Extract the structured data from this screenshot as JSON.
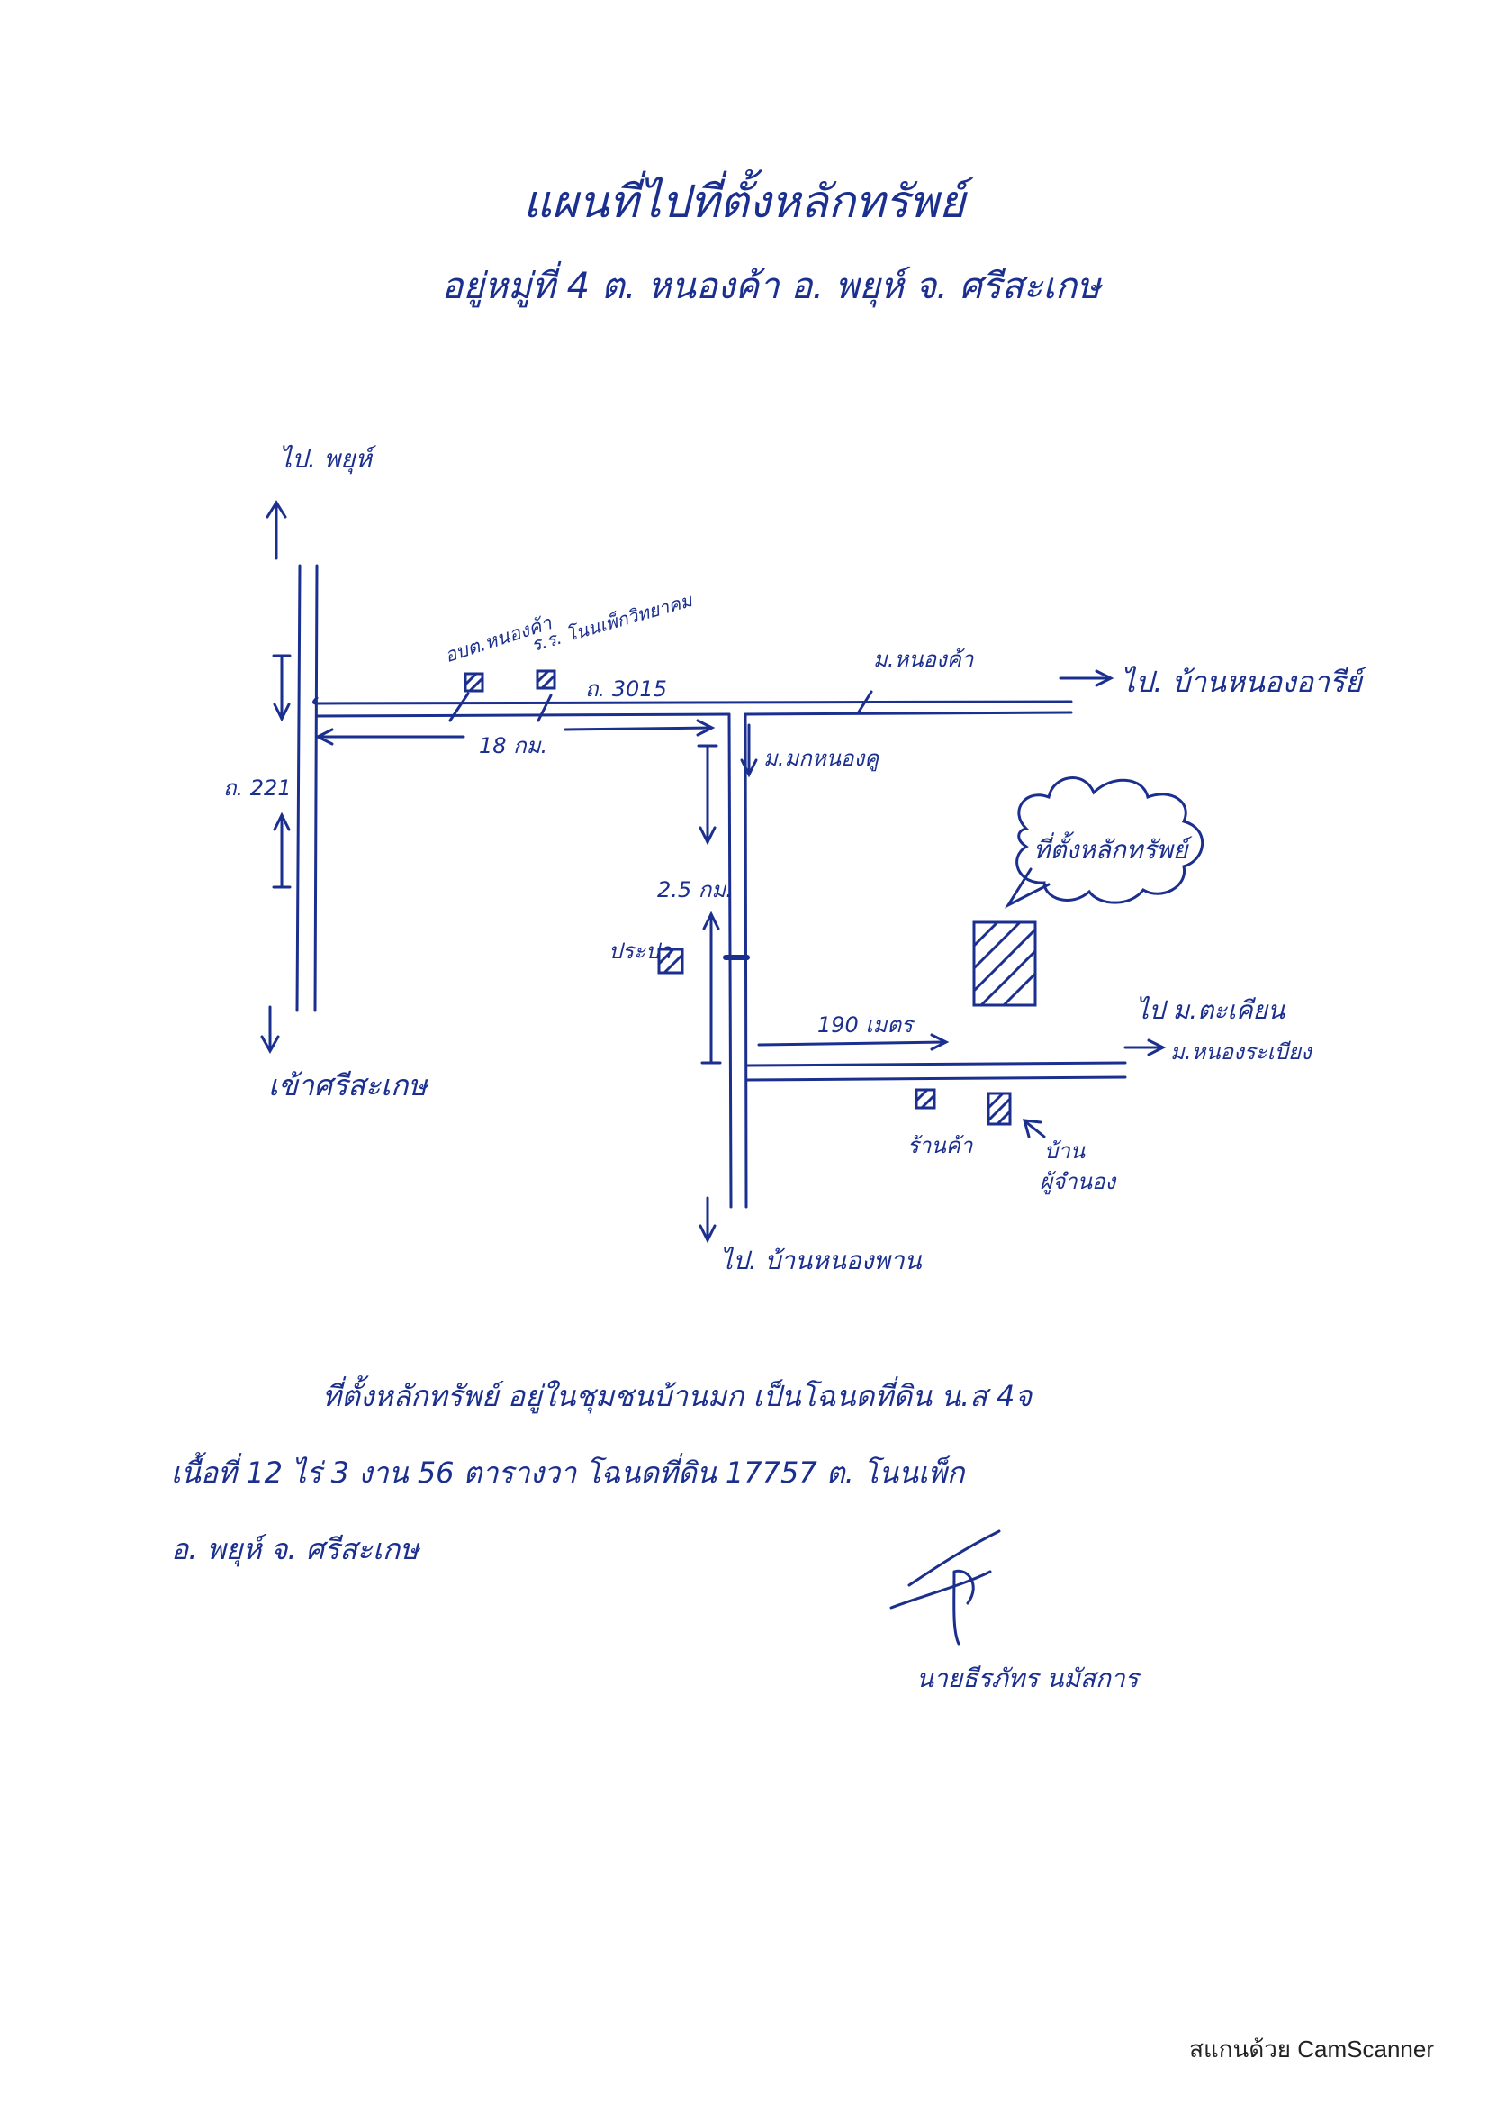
{
  "title": "แผนที่ไปที่ตั้งหลักทรัพย์",
  "subtitle": "อยู่หมู่ที่ 4  ต. หนองค้า  อ. พยุห์  จ. ศรีสะเกษ",
  "map": {
    "labels": {
      "to_phayu": "ไป. พยุห์",
      "to_sisaket": "เข้าศรีสะเกษ",
      "road_221": "ถ. 221",
      "road_3015": "ถ. 3015",
      "obt_nongkha": "อบต.หนองค้า",
      "school": "ร.ร. โนนเพ็กวิทยาคม",
      "village_nongkha": "ม.หนองค้า",
      "to_ban_nong_ari": "ไป. บ้านหนองอารีย์",
      "dist_18km": "18 กม.",
      "village_mak_nong_ko": "ม.มกหนองคู",
      "dist_2_5km": "2.5 กม.",
      "prapa": "ประปา",
      "property_location": "ที่ตั้งหลักทรัพย์",
      "to_ta_khian": "ไป ม.ตะเคียน",
      "to_nong_rabiang": "ม.หนองระเบียง",
      "dist_190m": "190 เมตร",
      "shop": "ร้านค้า",
      "house": "บ้าน",
      "mortgagor": "ผู้จำนอง",
      "to_ban_nong_phan": "ไป. บ้านหนองพาน"
    },
    "ink_color": "#1b2f8f"
  },
  "description": {
    "line1": "ที่ตั้งหลักทรัพย์  อยู่ในชุมชนบ้านมก  เป็นโฉนดที่ดิน  น.ส 4จ",
    "line2": "เนื้อที่  12 ไร่  3  งาน  56  ตารางวา  โฉนดที่ดิน  17757  ต. โนนเพ็ก",
    "line3": "อ. พยุห์  จ. ศรีสะเกษ"
  },
  "signature": {
    "name": "นายธีรภัทร  นมัสการ"
  },
  "footer": "สแกนด้วย CamScanner"
}
